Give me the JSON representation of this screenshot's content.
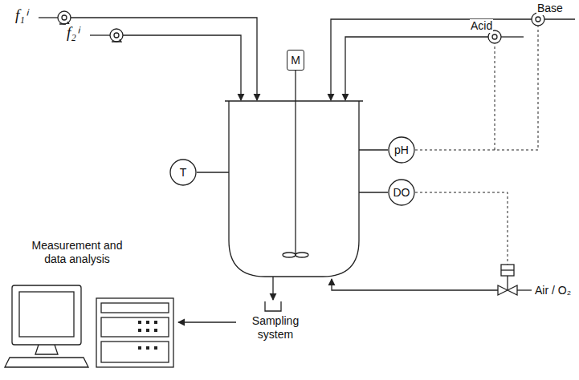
{
  "diagram": {
    "nodes": [
      {
        "text": [
          "M"
        ]
      },
      {
        "text": [
          "T"
        ]
      },
      {
        "text": [
          "pH"
        ]
      },
      {
        "text": [
          "DO"
        ]
      }
    ],
    "labels": [
      "f₁ⁱ",
      "f₂ⁱ",
      "Base",
      "Acid",
      "Air / O₂",
      "Measurement and data analysis",
      "Sampling system"
    ]
  }
}
